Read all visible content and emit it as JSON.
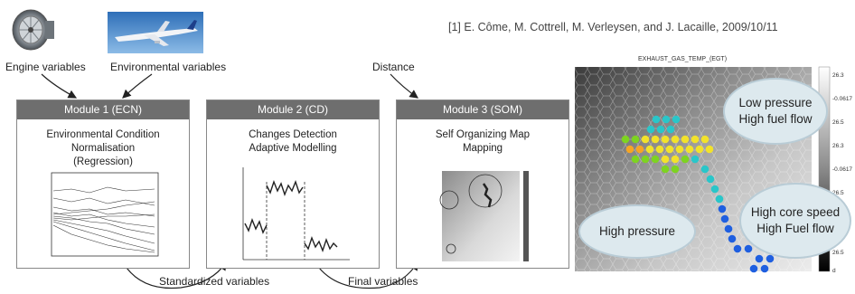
{
  "reference": "[1] E. Côme, M. Cottrell, M. Verleysen, and J. Lacaille, 2009/10/11",
  "inputs": {
    "engine": "Engine variables",
    "environmental": "Environmental variables",
    "distance": "Distance"
  },
  "modules": [
    {
      "header": "Module 1 (ECN)",
      "lines": [
        "Environmental Condition",
        "Normalisation",
        "(Regression)"
      ]
    },
    {
      "header": "Module 2 (CD)",
      "lines": [
        "Changes Detection",
        "Adaptive Modelling"
      ]
    },
    {
      "header": "Module 3 (SOM)",
      "lines": [
        "Self Organizing Map",
        "Mapping"
      ]
    }
  ],
  "flows": {
    "standardized": "Standardized variables",
    "final": "Final variables"
  },
  "som_map": {
    "title": "EXHAUST_GAS_TEMP_(EGT)",
    "colorbar_ticks": [
      "26.3",
      "-0.0617",
      "26.5",
      "26.3",
      "-0.0617",
      "26.5",
      "0617",
      "26.5"
    ],
    "colorbar_unit": "d",
    "bubbles": {
      "low_pressure": [
        "Low pressure",
        "High fuel flow"
      ],
      "high_core": [
        "High core speed",
        "High Fuel flow"
      ],
      "high_pressure": [
        "High pressure"
      ]
    }
  },
  "colors": {
    "module_header": "#6e6e6e",
    "bubble_fill": "#dde9ee",
    "trajectory_orange": "#f5a623",
    "trajectory_yellow": "#f2e22b",
    "trajectory_green": "#7ed321",
    "trajectory_cyan": "#2ac6c9",
    "trajectory_blue": "#1f5fe0"
  },
  "icons": [
    "jet-engine-icon",
    "airplane-icon"
  ]
}
